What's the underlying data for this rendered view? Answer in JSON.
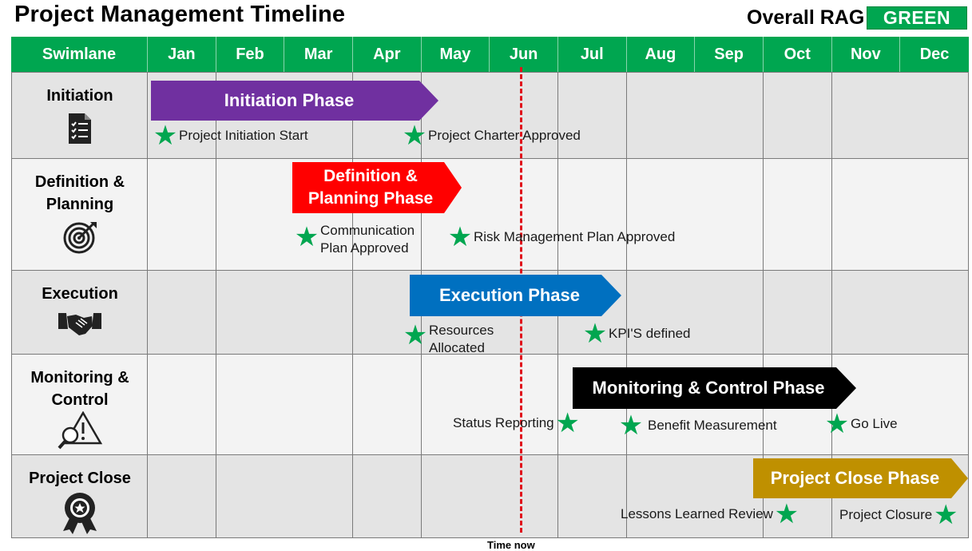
{
  "title": "Project Management Timeline",
  "rag": {
    "label": "Overall RAG",
    "status": "GREEN",
    "color": "#00a650"
  },
  "header": {
    "swimlane": "Swimlane",
    "months": [
      "Jan",
      "Feb",
      "Mar",
      "Apr",
      "May",
      "Jun",
      "Jul",
      "Aug",
      "Sep",
      "Oct",
      "Nov",
      "Dec"
    ]
  },
  "lanes": [
    {
      "label": "Initiation",
      "icon": "checklist-icon"
    },
    {
      "label": "Definition & Planning",
      "label_lines": [
        "Definition &",
        "Planning"
      ],
      "icon": "target-icon"
    },
    {
      "label": "Execution",
      "icon": "handshake-icon"
    },
    {
      "label": "Monitoring & Control",
      "label_lines": [
        "Monitoring &",
        "Control"
      ],
      "icon": "magnifier-warning-icon"
    },
    {
      "label": "Project Close",
      "icon": "award-ribbon-icon"
    }
  ],
  "phases": {
    "initiation": {
      "label": "Initiation Phase",
      "color": "#7030a0"
    },
    "planning": {
      "label_lines": [
        "Definition &",
        "Planning Phase"
      ],
      "color": "#ff0000"
    },
    "execution": {
      "label": "Execution Phase",
      "color": "#0070c0"
    },
    "monitoring": {
      "label": "Monitoring & Control Phase",
      "color": "#000000"
    },
    "close": {
      "label": "Project Close Phase",
      "color": "#bf9000"
    }
  },
  "milestones": {
    "m1": "Project Initiation Start",
    "m2": "Project Charter Approved",
    "m3_lines": [
      "Communication",
      "Plan Approved"
    ],
    "m4": "Risk Management Plan Approved",
    "m5_lines": [
      "Resources",
      "Allocated"
    ],
    "m6": "KPI'S defined",
    "m7": "Status Reporting",
    "m8": "Benefit Measurement",
    "m9": "Go Live",
    "m10": "Lessons Learned Review",
    "m11": "Project Closure"
  },
  "time_now": "Time now",
  "colors": {
    "header_green": "#00a650",
    "time_now_line": "#e0121b",
    "milestone_star": "#00a650"
  }
}
